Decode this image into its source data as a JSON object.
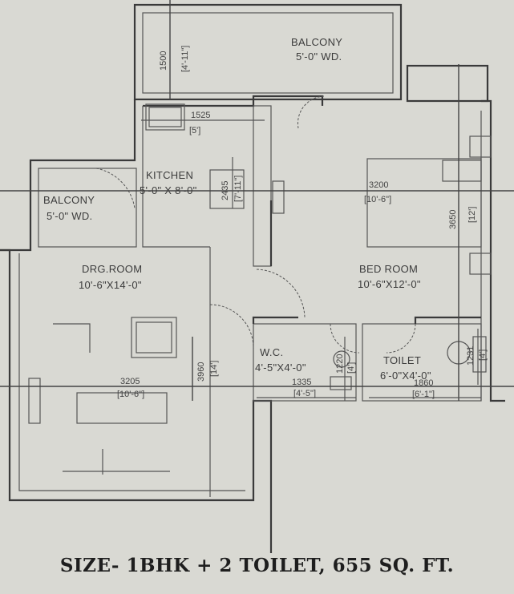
{
  "rooms": {
    "balcony_top": {
      "name": "BALCONY",
      "size": "5'-0\" WD."
    },
    "balcony_left": {
      "name": "BALCONY",
      "size": "5'-0\" WD."
    },
    "kitchen": {
      "name": "KITCHEN",
      "size": "5'-0\" X 8'-0\""
    },
    "drawing_room": {
      "name": "DRG.ROOM",
      "size": "10'-6\"X14'-0\""
    },
    "bed_room": {
      "name": "BED ROOM",
      "size": "10'-6\"X12'-0\""
    },
    "wc": {
      "name": "W.C.",
      "size": "4'-5\"X4'-0\""
    },
    "toilet": {
      "name": "TOILET",
      "size": "6'-0\"X4'-0\""
    }
  },
  "dimensions": {
    "balcony_top": {
      "mm": "1500",
      "ft": "[4'-11\"]"
    },
    "kitchen_width": {
      "mm": "1525",
      "ft": "[5']"
    },
    "kitchen_depth": {
      "mm": "2435",
      "ft": "[7'-11\"]"
    },
    "bed_width": {
      "mm": "3200",
      "ft": "[10'-6\"]"
    },
    "bed_depth": {
      "mm": "3650",
      "ft": "[12']"
    },
    "drg_width": {
      "mm": "3205",
      "ft": "[10'-6\"]"
    },
    "drg_depth": {
      "mm": "3960",
      "ft": "[14']"
    },
    "wc_width": {
      "mm": "1335",
      "ft": "[4'-5\"]"
    },
    "wc_depth": {
      "mm": "1220",
      "ft": "[4']"
    },
    "toilet_width": {
      "mm": "1860",
      "ft": "[6'-1\"]"
    },
    "toilet_depth": {
      "mm": "1231",
      "ft": "[4']"
    }
  },
  "caption": "SIZE- 1BHK + 2 TOILET, 655 SQ. FT."
}
